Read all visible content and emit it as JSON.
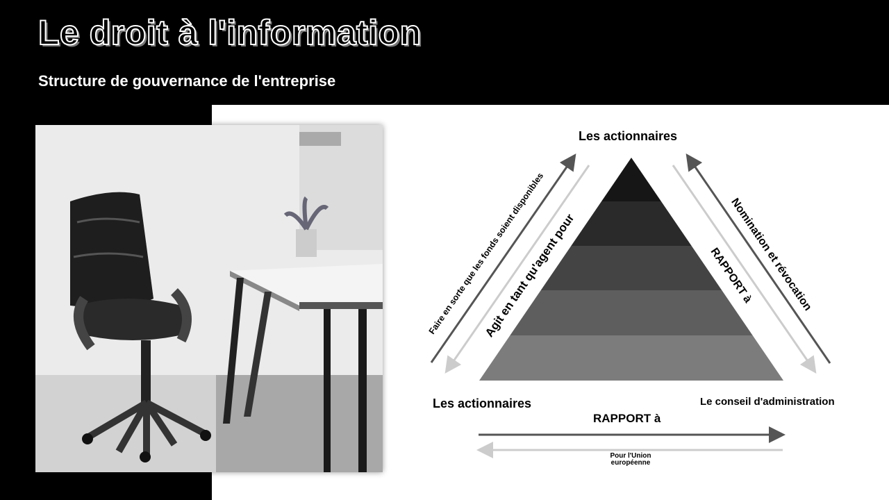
{
  "header": {
    "title": "Le droit à l'information",
    "subtitle": "Structure de gouvernance de l'entreprise"
  },
  "diagram": {
    "top_label": "Les actionnaires",
    "bottom_left_label": "Les actionnaires",
    "bottom_right_label": "Le conseil d'administration",
    "left_outer_text": "Faire en sorte que les fonds soient disponibles",
    "left_inner_text": "Agit en tant qu'agent pour",
    "right_outer_text": "Nomination et révocation",
    "right_inner_text": "RAPPORT à",
    "bottom_text": "RAPPORT à",
    "bottom_note": "Pour l'Union européenne",
    "pyramid_colors": [
      "#161616",
      "#2a2a2a",
      "#444444",
      "#5e5e5e",
      "#7c7c7c"
    ],
    "dark_arrow_color": "#555555",
    "light_arrow_color": "#cccccc"
  },
  "image": {
    "description_icon": "office-chair-photo"
  }
}
